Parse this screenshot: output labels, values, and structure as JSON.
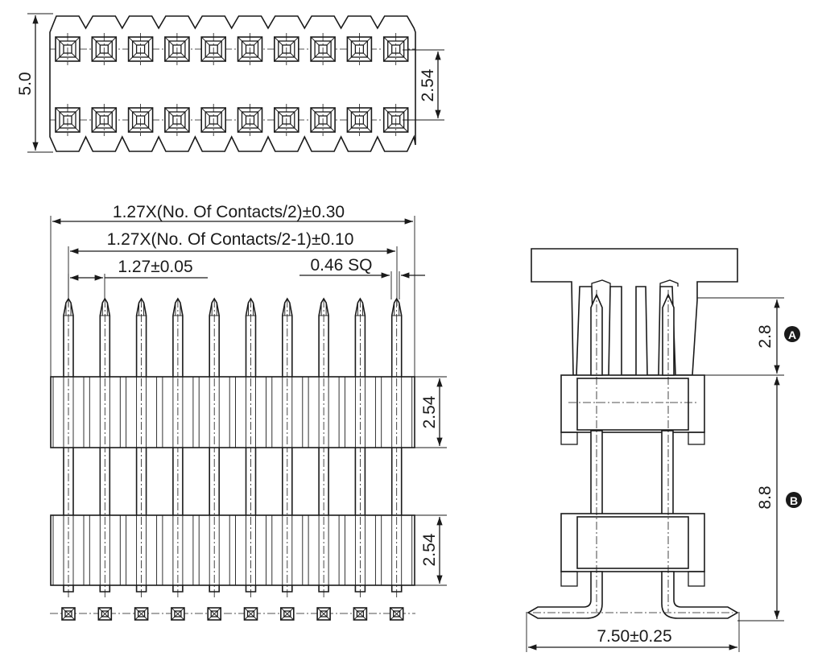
{
  "top_view": {
    "height_dim": "5.0",
    "pitch_dim": "2.54",
    "contacts_per_row": 10
  },
  "front_view": {
    "overall_dim": "1.27X(No. Of Contacts/2)±0.30",
    "span_dim": "1.27X(No. Of Contacts/2-1)±0.10",
    "pitch_dim": "1.27±0.05",
    "pin_dim": "0.46 SQ",
    "upper_body_dim": "2.54",
    "lower_body_dim": "2.54",
    "pin_count": 10
  },
  "side_view": {
    "dim_a": "2.8",
    "dim_b": "8.8",
    "marker_a": "A",
    "marker_b": "B",
    "foot_dim": "7.50±0.25"
  }
}
